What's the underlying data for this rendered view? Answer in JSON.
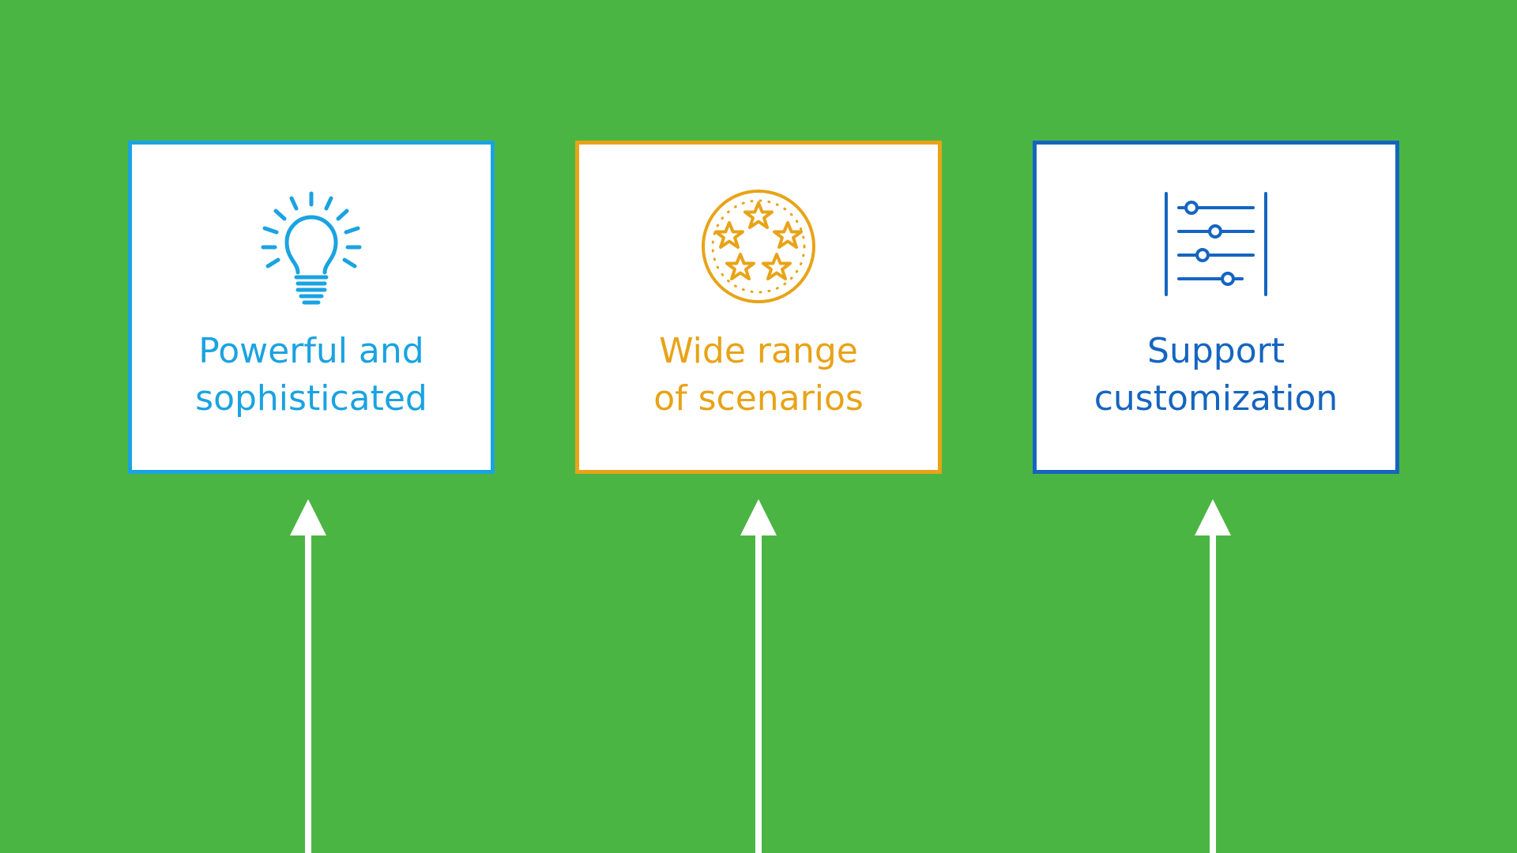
{
  "colors": {
    "background": "#4bb543",
    "card_1_accent": "#1aa3e1",
    "card_2_accent": "#e8a317",
    "card_3_accent": "#1565c0",
    "arrow": "#ffffff"
  },
  "cards": [
    {
      "icon": "lightbulb-icon",
      "label_line_1": "Powerful and",
      "label_line_2": "sophisticated"
    },
    {
      "icon": "stars-badge-icon",
      "label_line_1": "Wide range",
      "label_line_2": "of scenarios"
    },
    {
      "icon": "sliders-icon",
      "label_line_1": "Support",
      "label_line_2": "customization"
    }
  ]
}
